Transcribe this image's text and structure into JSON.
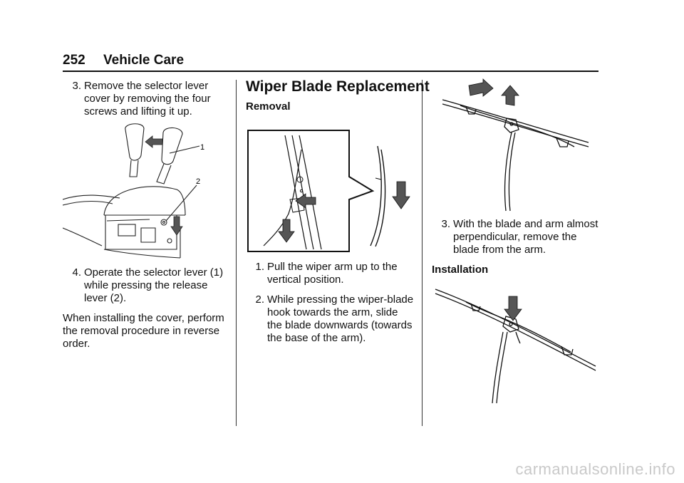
{
  "header": {
    "page_number": "252",
    "section_title": "Vehicle Care"
  },
  "left": {
    "step3": {
      "number": "3.",
      "text": "Remove the selector lever cover by removing the four screws and lifting it up."
    },
    "figure": {
      "callout_1": "1",
      "callout_2": "2"
    },
    "step4": {
      "number": "4.",
      "text": "Operate the selector lever (1) while pressing the release lever (2)."
    },
    "note": "When installing the cover, perform the removal procedure in reverse order."
  },
  "middle": {
    "heading": "Wiper Blade Replacement",
    "removal_label": "Removal",
    "step1": {
      "number": "1.",
      "text": "Pull the wiper arm up to the vertical position."
    },
    "step2": {
      "number": "2.",
      "text": "While pressing the wiper-blade hook towards the arm, slide the blade downwards (towards the base of the arm)."
    }
  },
  "right": {
    "step3": {
      "number": "3.",
      "text": "With the blade and arm almost perpendicular, remove the blade from the arm."
    },
    "installation_label": "Installation"
  },
  "footer": {
    "watermark": "carmanualsonline.info"
  }
}
